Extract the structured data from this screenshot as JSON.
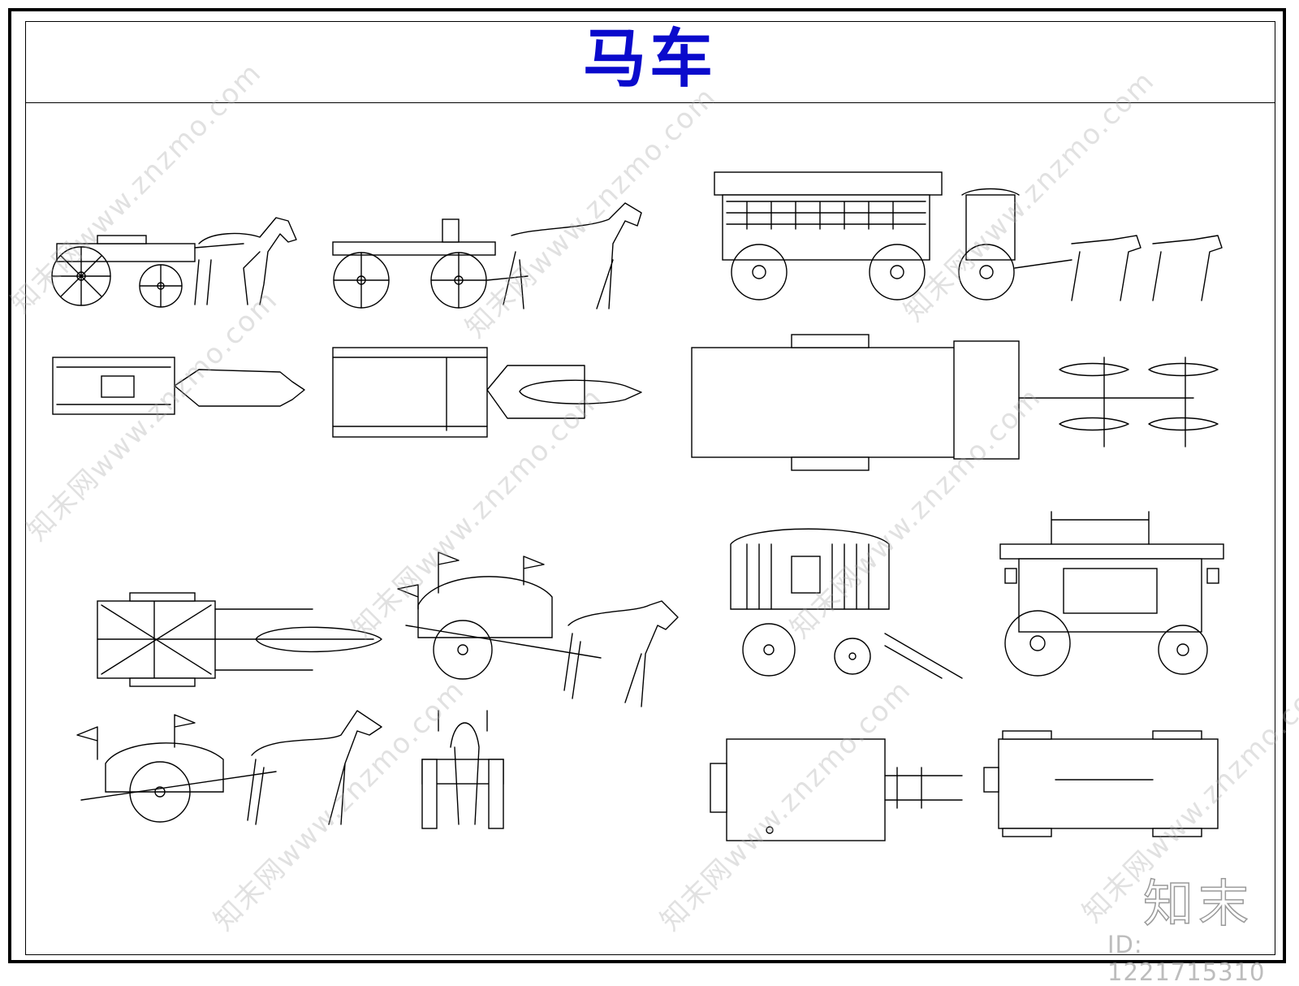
{
  "title": {
    "text": "马车",
    "color": "#0a0acc"
  },
  "watermark": {
    "text": "知末网www.znzmo.com"
  },
  "brand": {
    "logo_text": "知末",
    "id_text": "ID: 1221715310"
  },
  "colors": {
    "line": "#000000",
    "background": "#ffffff",
    "watermark": "#aaaaaa"
  }
}
